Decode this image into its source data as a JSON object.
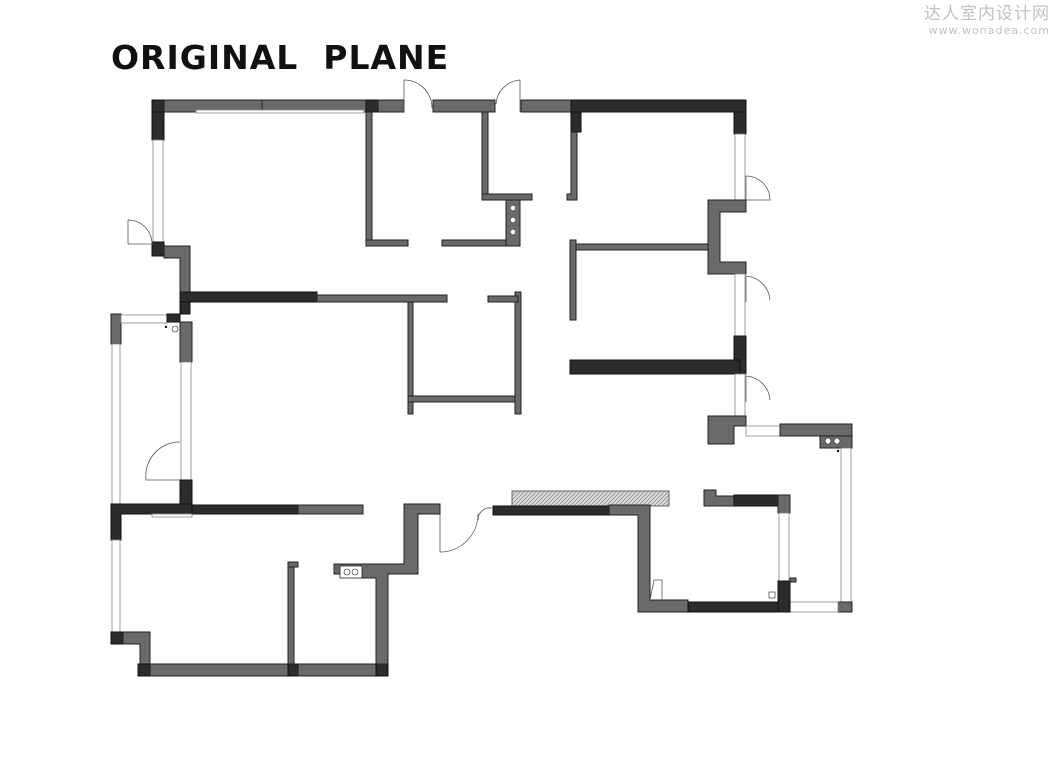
{
  "title": "ORIGINAL  PLANE",
  "watermark": {
    "text": "达人室内设计网",
    "url": "www.wonadea.com"
  },
  "colors": {
    "wall_outline": "#222222",
    "wall_gray": "#6a6a6a",
    "wall_dark": "#2c2c2c",
    "background": "#ffffff",
    "watermark": "#c2c2c2"
  }
}
